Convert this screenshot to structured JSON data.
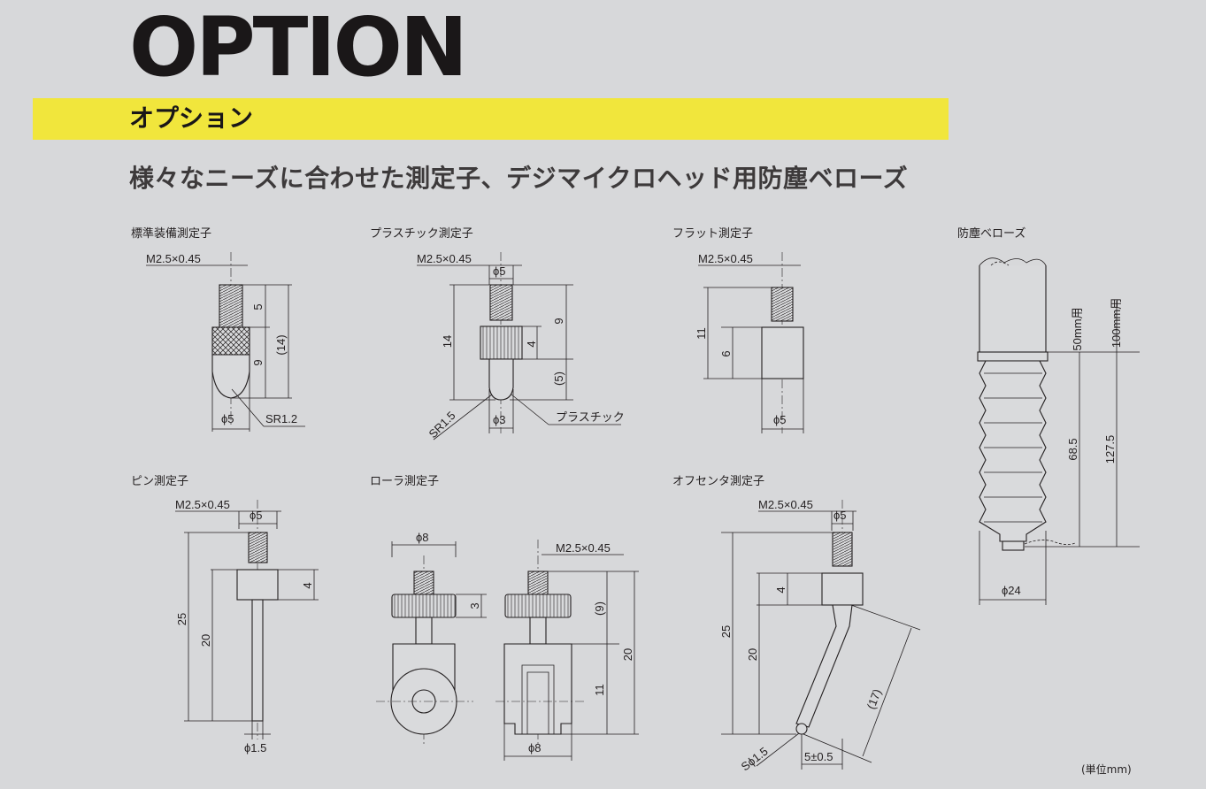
{
  "heading": {
    "title": "OPTION",
    "subtitle": "オプション",
    "lead": "様々なニーズに合わせた測定子、デジマイクロヘッド用防塵ベローズ"
  },
  "unit_note": "(単位mm)",
  "items": {
    "standard": {
      "label": "標準装備測定子",
      "thread": "M2.5×0.45",
      "dims": [
        "5",
        "9",
        "(14)",
        "ϕ5",
        "SR1.2"
      ]
    },
    "plastic": {
      "label": "プラスチック測定子",
      "thread": "M2.5×0.45",
      "dims": [
        "ϕ5",
        "14",
        "9",
        "4",
        "(5)",
        "SR1.5",
        "ϕ3"
      ],
      "material": "プラスチック"
    },
    "flat": {
      "label": "フラット測定子",
      "thread": "M2.5×0.45",
      "dims": [
        "11",
        "6",
        "ϕ5"
      ]
    },
    "bellows": {
      "label": "防塵ベローズ",
      "dims": [
        "50mm用",
        "100mm用",
        "68.5",
        "127.5",
        "ϕ24"
      ]
    },
    "pin": {
      "label": "ピン測定子",
      "thread": "M2.5×0.45",
      "dims": [
        "ϕ5",
        "4",
        "25",
        "20",
        "ϕ1.5"
      ]
    },
    "roller": {
      "label": "ローラ測定子",
      "thread": "M2.5×0.45",
      "dims": [
        "ϕ8",
        "3",
        "(9)",
        "20",
        "11",
        "ϕ8"
      ]
    },
    "offset": {
      "label": "オフセンタ測定子",
      "thread": "M2.5×0.45",
      "dims": [
        "ϕ5",
        "4",
        "25",
        "20",
        "(17)",
        "Sϕ1.5",
        "5±0.5"
      ]
    }
  }
}
